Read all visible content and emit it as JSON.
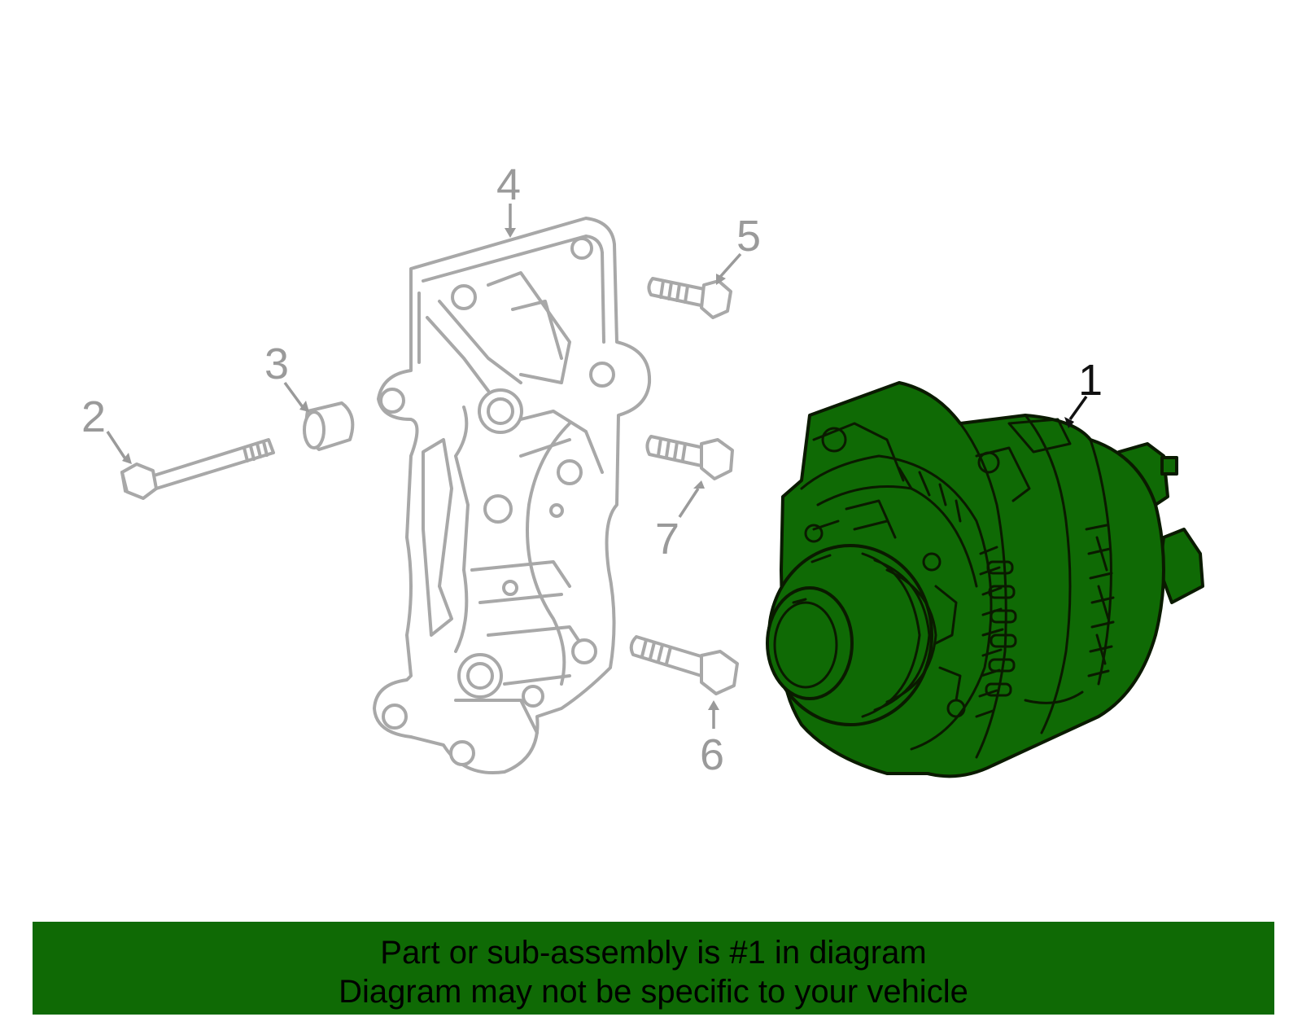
{
  "callouts": {
    "c1": "1",
    "c2": "2",
    "c3": "3",
    "c4": "4",
    "c5": "5",
    "c6": "6",
    "c7": "7"
  },
  "banner": {
    "line1": "Part or sub-assembly is #1 in diagram",
    "line2": "Diagram may not be specific to your vehicle",
    "color": "#0f6a05"
  },
  "colors": {
    "highlight_part": "#0f6a05",
    "ghost_parts": "#a8a8a8"
  }
}
